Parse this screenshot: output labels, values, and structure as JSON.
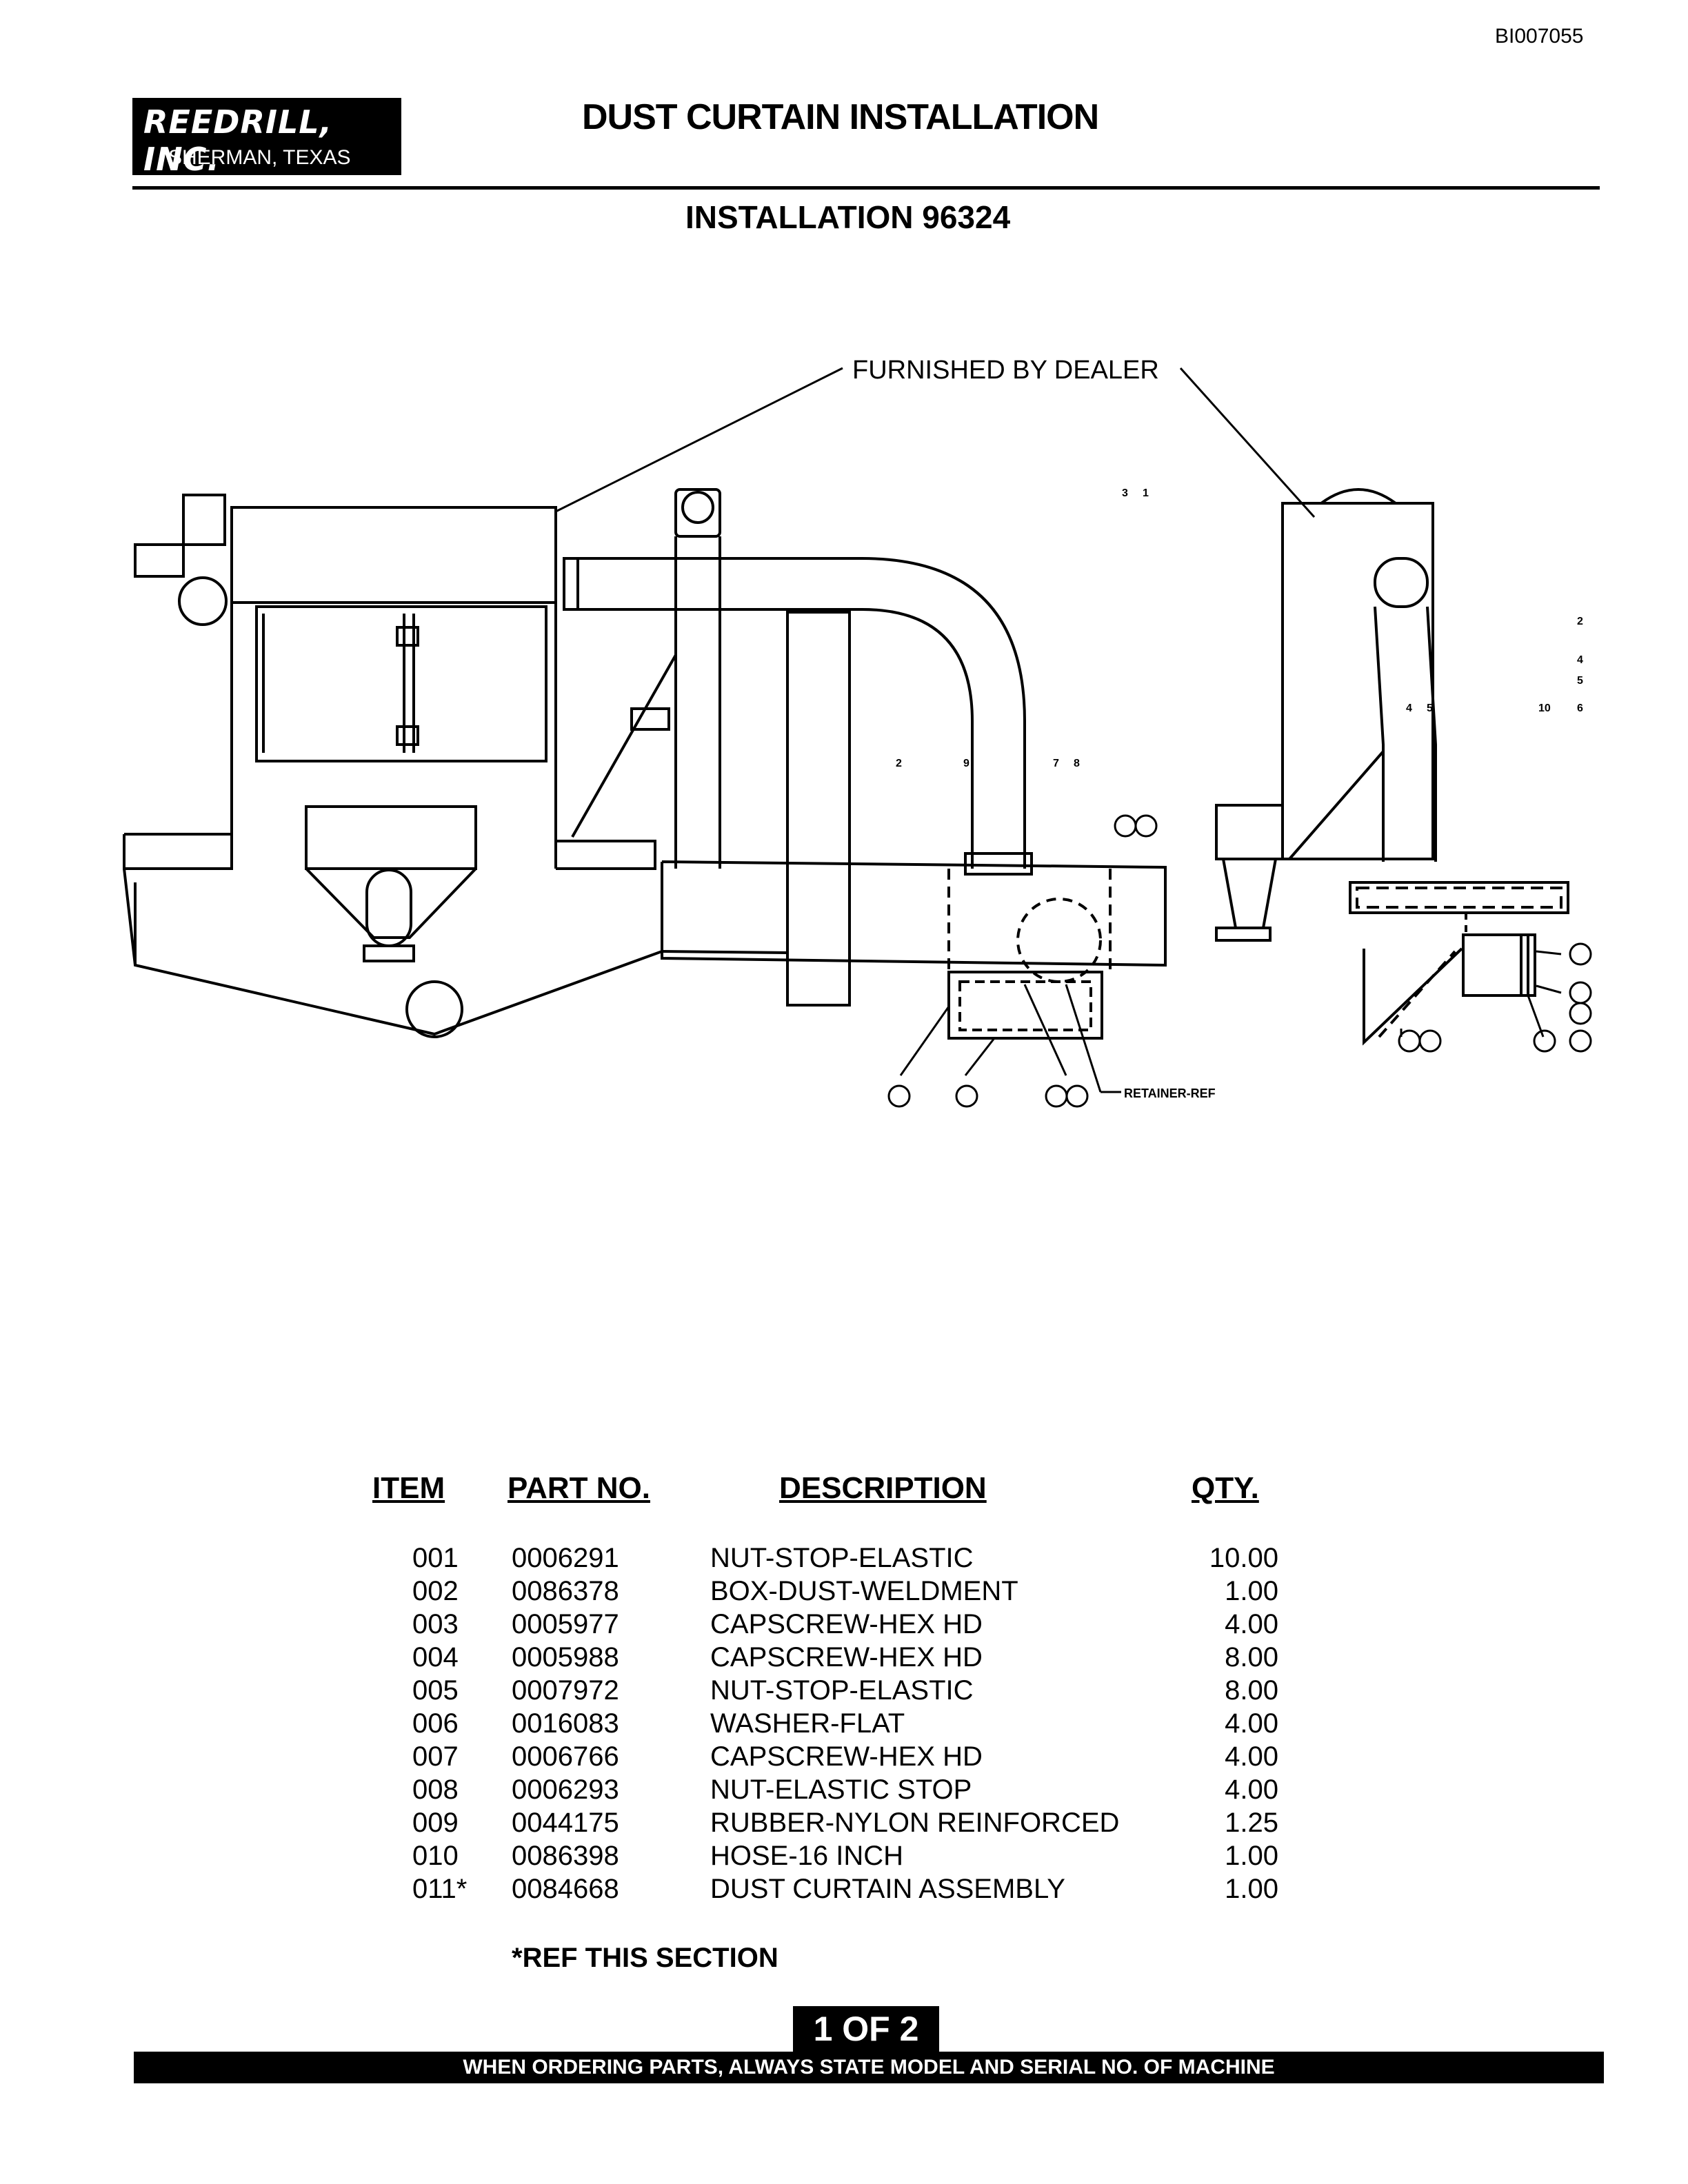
{
  "document_id": "BI007055",
  "company": {
    "name": "REEDRILL, INC.",
    "location": "SHERMAN, TEXAS"
  },
  "title": "DUST CURTAIN INSTALLATION",
  "subtitle": "INSTALLATION 96324",
  "drawing": {
    "furnished_label": "FURNISHED BY DEALER",
    "retainer_label": "RETAINER-REF",
    "callouts": [
      "3",
      "1",
      "2",
      "9",
      "7",
      "8",
      "2",
      "4",
      "5",
      "4",
      "5",
      "10",
      "6"
    ]
  },
  "parts_table": {
    "headers": {
      "item": "ITEM",
      "part_no": "PART NO.",
      "description": "DESCRIPTION",
      "qty": "QTY."
    },
    "rows": [
      {
        "item": "001",
        "part_no": "0006291",
        "description": "NUT-STOP-ELASTIC",
        "qty": "10.00"
      },
      {
        "item": "002",
        "part_no": "0086378",
        "description": "BOX-DUST-WELDMENT",
        "qty": "1.00"
      },
      {
        "item": "003",
        "part_no": "0005977",
        "description": "CAPSCREW-HEX HD",
        "qty": "4.00"
      },
      {
        "item": "004",
        "part_no": "0005988",
        "description": "CAPSCREW-HEX HD",
        "qty": "8.00"
      },
      {
        "item": "005",
        "part_no": "0007972",
        "description": "NUT-STOP-ELASTIC",
        "qty": "8.00"
      },
      {
        "item": "006",
        "part_no": "0016083",
        "description": "WASHER-FLAT",
        "qty": "4.00"
      },
      {
        "item": "007",
        "part_no": "0006766",
        "description": "CAPSCREW-HEX HD",
        "qty": "4.00"
      },
      {
        "item": "008",
        "part_no": "0006293",
        "description": "NUT-ELASTIC STOP",
        "qty": "4.00"
      },
      {
        "item": "009",
        "part_no": "0044175",
        "description": "RUBBER-NYLON REINFORCED",
        "qty": "1.25"
      },
      {
        "item": "010",
        "part_no": "0086398",
        "description": "HOSE-16 INCH",
        "qty": "1.00"
      },
      {
        "item": "011*",
        "part_no": "0084668",
        "description": "DUST CURTAIN ASSEMBLY",
        "qty": "1.00"
      }
    ],
    "footnote": "*REF THIS SECTION"
  },
  "page": "1 OF 2",
  "footer": "WHEN ORDERING PARTS, ALWAYS STATE MODEL AND SERIAL NO. OF MACHINE"
}
